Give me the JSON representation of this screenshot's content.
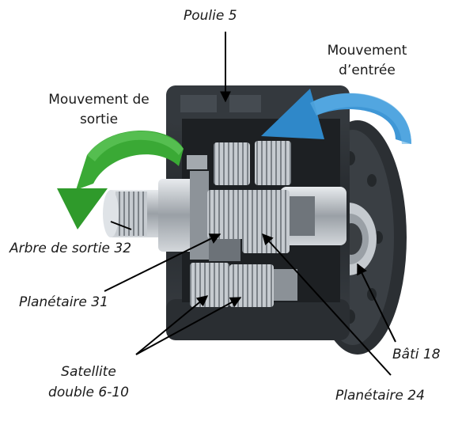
{
  "labels": {
    "poulie": "Poulie 5",
    "mouvement_entree_1": "Mouvement",
    "mouvement_entree_2": "d’entrée",
    "mouvement_sortie_1": "Mouvement de",
    "mouvement_sortie_2": "sortie",
    "arbre_sortie": "Arbre de sortie 32",
    "planetaire_31": "Planétaire 31",
    "satellite_1": "Satellite",
    "satellite_2": "double 6-10",
    "bati": "Bâti 18",
    "planetaire_24": "Planétaire 24"
  },
  "colors": {
    "input_arrow": "#3f97d6",
    "output_arrow": "#3aa935",
    "housing": "#2e3236",
    "gear": "#b4b9bf",
    "leader_line": "#000000"
  }
}
